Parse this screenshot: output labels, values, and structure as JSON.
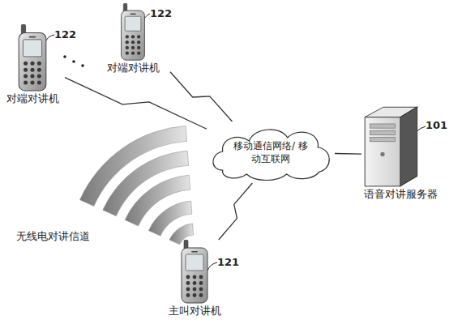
{
  "diagram": {
    "nodes": [
      {
        "text": [
          "对端对讲机"
        ]
      },
      {
        "text": [
          "对端对讲机"
        ]
      },
      {
        "text": [
          "移动通信网络/ 移动互联网"
        ]
      },
      {
        "text": [
          "语音对讲服务器"
        ]
      },
      {
        "text": [
          "主叫对讲机"
        ]
      }
    ],
    "edges": [
      {
        "from": 0,
        "to": 2,
        "arrow": "none"
      },
      {
        "from": 1,
        "to": 2,
        "arrow": "none"
      },
      {
        "from": 3,
        "to": 2,
        "arrow": "none"
      },
      {
        "from": 4,
        "to": 2,
        "arrow": "none"
      }
    ],
    "labels": [
      "122",
      "122",
      "101",
      "121",
      "无线电对讲信道"
    ]
  }
}
